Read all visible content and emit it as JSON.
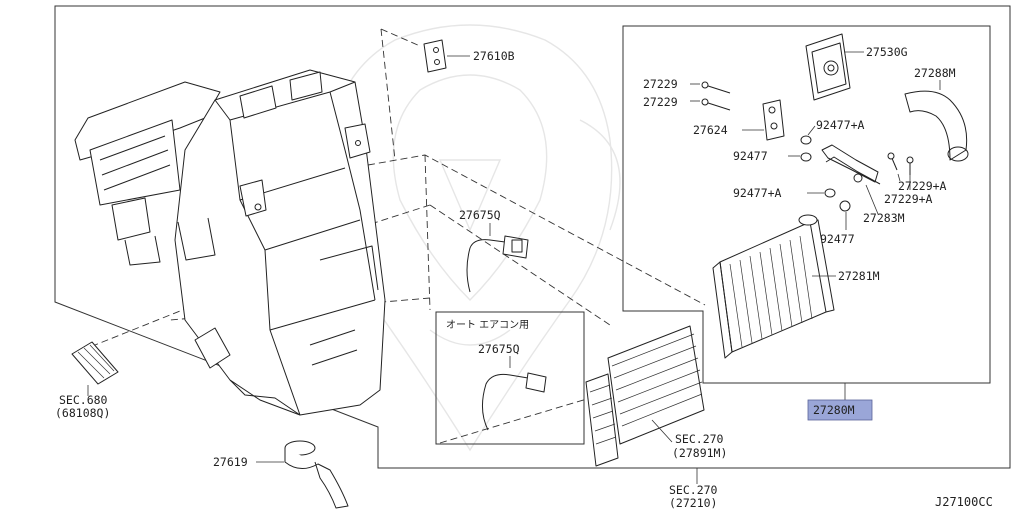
{
  "diagram_code": "J27100CC",
  "accent_highlight": "#9aa6d8",
  "parts": {
    "bracket_27610b": "27610B",
    "vacuum_27530g": "27530G",
    "hose_27288m": "27288M",
    "bolt_27229_a": "27229",
    "bolt_27229_b": "27229",
    "valve_27624": "27624",
    "oring_92477a_top": "92477+A",
    "oring_92477_left": "92477",
    "bolt_27229a_1": "27229+A",
    "bolt_27229a_2": "27229+A",
    "oring_92477a_mid": "92477+A",
    "pipe_27283m": "27283M",
    "oring_92477_right": "92477",
    "sensor_27675q_top": "27675Q",
    "sensor_27675q_auto": "27675Q",
    "auto_ac_note": "オート エアコン用",
    "evaporator_27281m": "27281M",
    "assembly_27280m": "27280M",
    "sec_680": "SEC.680",
    "sec_680_ref": "(68108Q)",
    "sec_270_filter": "SEC.270",
    "sec_270_filter_ref": "(27891M)",
    "sec_270_bottom": "SEC.270",
    "sec_270_bottom_ref": "(27210)",
    "drain_27619": "27619"
  }
}
